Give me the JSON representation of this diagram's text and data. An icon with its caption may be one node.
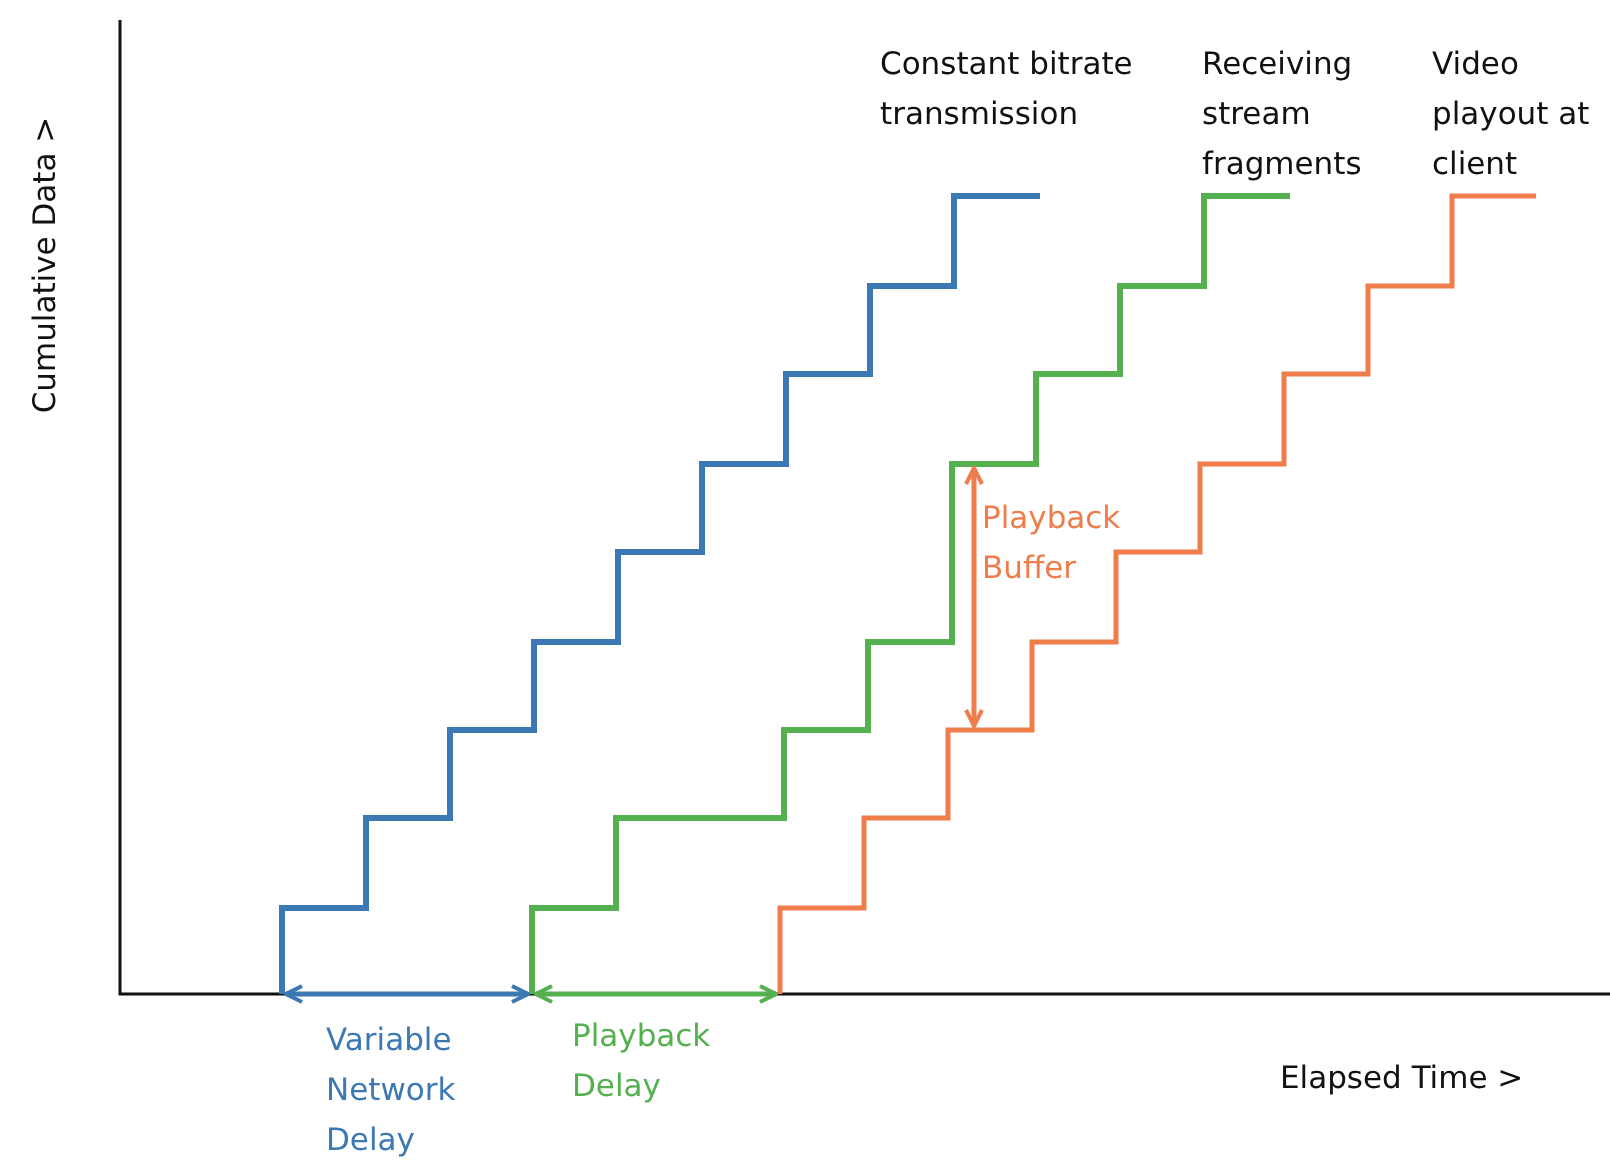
{
  "diagram": {
    "labels": [
      "Cumulative Data >",
      "Constant bitrate transmission",
      "Receiving stream fragments",
      "Video playout at client",
      "Playback Buffer",
      "Variable Network Delay",
      "Playback Delay",
      "Elapsed Time >"
    ]
  }
}
